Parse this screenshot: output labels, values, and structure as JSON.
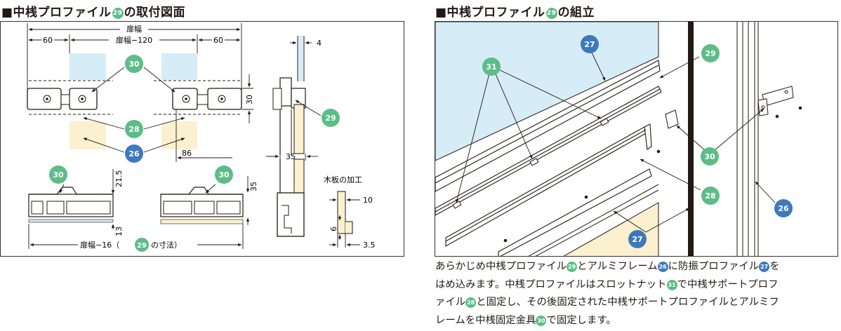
{
  "left_title": {
    "prefix": "■中桟プロファイル",
    "num": "29",
    "suffix": "の取付図面"
  },
  "right_title": {
    "prefix": "■中桟プロファイル",
    "num": "29",
    "suffix": "の組立"
  },
  "colors": {
    "green": "#5cbd86",
    "blue": "#3e78bd",
    "glass": "#d6ecf7",
    "wood": "#fbf1cf",
    "line": "#231815"
  },
  "left": {
    "dim_door_width": "扉幅",
    "dim_left_60": "60",
    "dim_door_minus120": "扉幅−120",
    "dim_right_60": "60",
    "dim_30": "30",
    "dim_86": "86",
    "dim_4": "4",
    "dim_35_side": "35",
    "dim_21_5": "21.5",
    "dim_13": "13",
    "dim_35_right": "35",
    "bottom_dim_prefix": "扉幅−16（",
    "bottom_dim_num": "29",
    "bottom_dim_suffix": "の寸法）",
    "wood_label": "木板の加工",
    "dim_10": "10",
    "dim_6": "6",
    "dim_3_5": "3.5",
    "badges": {
      "b30a": "30",
      "b28": "28",
      "b26": "26",
      "b29": "29",
      "b30b": "30",
      "b30c": "30"
    }
  },
  "right": {
    "badges": {
      "b27a": "27",
      "b31": "31",
      "b29": "29",
      "b30": "30",
      "b28": "28",
      "b26": "26",
      "b27b": "27"
    }
  },
  "description": [
    [
      {
        "t": "あらかじめ中桟プロファイル"
      },
      {
        "n": "29",
        "c": "g"
      },
      {
        "t": "とアルミフレーム"
      },
      {
        "n": "26",
        "c": "b"
      },
      {
        "t": "に防振プロファイル"
      },
      {
        "n": "27",
        "c": "b"
      },
      {
        "t": "を"
      }
    ],
    [
      {
        "t": "はめ込みます。中桟プロファイルはスロットナット"
      },
      {
        "n": "31",
        "c": "g"
      },
      {
        "t": "で中桟サポートプロフ"
      }
    ],
    [
      {
        "t": "ァイル"
      },
      {
        "n": "28",
        "c": "g"
      },
      {
        "t": "と固定し、その後固定された中桟サポートプロファイルとアルミフ"
      }
    ],
    [
      {
        "t": "レームを中桟固定金具"
      },
      {
        "n": "30",
        "c": "g"
      },
      {
        "t": "で固定します。"
      }
    ]
  ]
}
